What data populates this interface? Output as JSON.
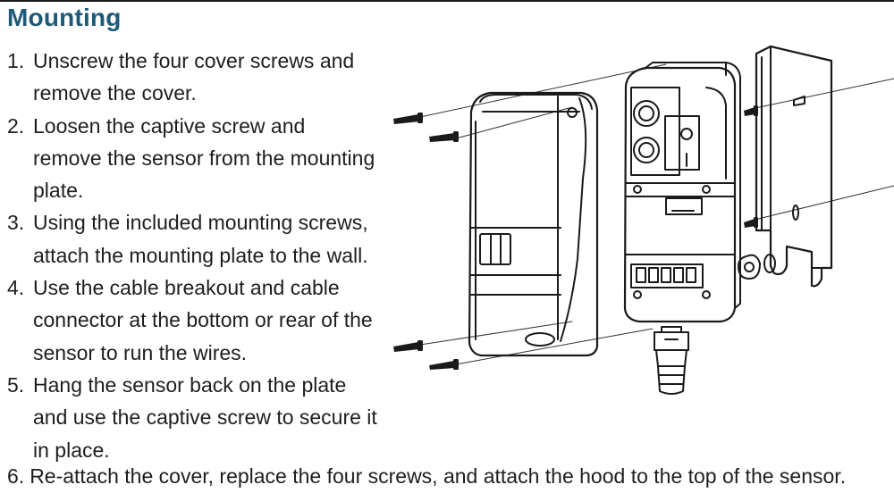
{
  "heading": "Mounting",
  "steps": [
    {
      "num": "1.",
      "text": "Unscrew the four cover screws and remove the cover."
    },
    {
      "num": "2.",
      "text": "Loosen the captive screw and remove the sensor from the mounting plate."
    },
    {
      "num": "3.",
      "text": "Using the included mounting screws, attach the mounting plate to the wall."
    },
    {
      "num": "4.",
      "text": "Use the cable breakout and cable connector at the bottom or rear of the sensor to run the wires."
    },
    {
      "num": "5.",
      "text": "Hang the sensor back on the plate and use the captive screw to secure it in place."
    },
    {
      "num": "6.",
      "text": "Re-attach the cover, replace the four screws, and attach the hood to the top of the sensor."
    }
  ],
  "colors": {
    "heading": "#1d5a78",
    "text": "#1e1e1e",
    "line_art": "#1a1a1a"
  }
}
